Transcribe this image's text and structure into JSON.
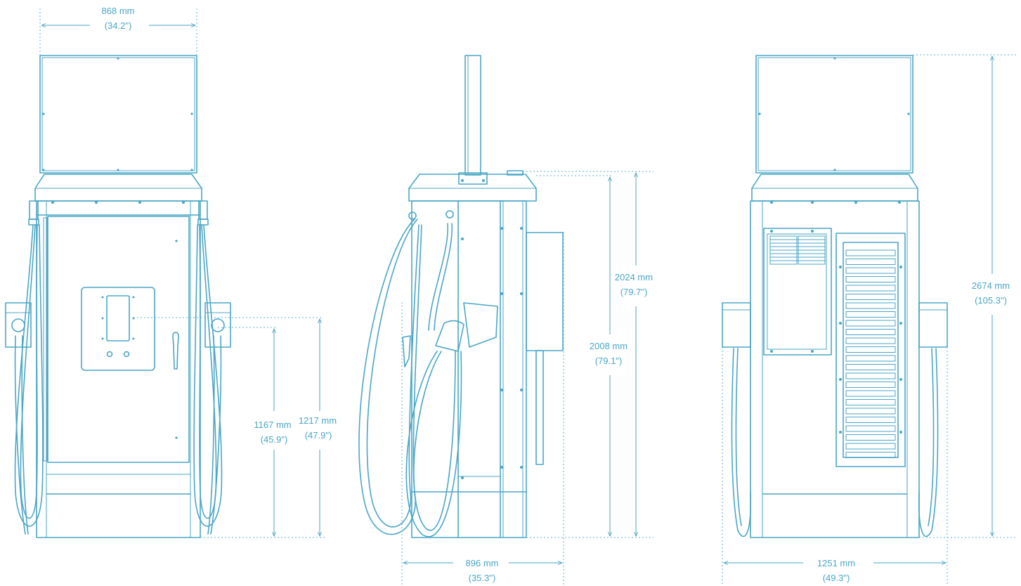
{
  "dimensions": {
    "front_width": {
      "mm": "868 mm",
      "in": "(34.2\")"
    },
    "height_1167": {
      "mm": "1167 mm",
      "in": "(45.9\")"
    },
    "height_1217": {
      "mm": "1217 mm",
      "in": "(47.9\")"
    },
    "depth": {
      "mm": "896 mm",
      "in": "(35.3\")"
    },
    "height_2024": {
      "mm": "2024 mm",
      "in": "(79.7\")"
    },
    "height_2008": {
      "mm": "2008 mm",
      "in": "(79.1\")"
    },
    "overall_width": {
      "mm": "1251 mm",
      "in": "(49.3\")"
    },
    "overall_height": {
      "mm": "2674 mm",
      "in": "(105.3\")"
    }
  },
  "colors": {
    "line": "#4aa6c6",
    "background": "#ffffff"
  }
}
